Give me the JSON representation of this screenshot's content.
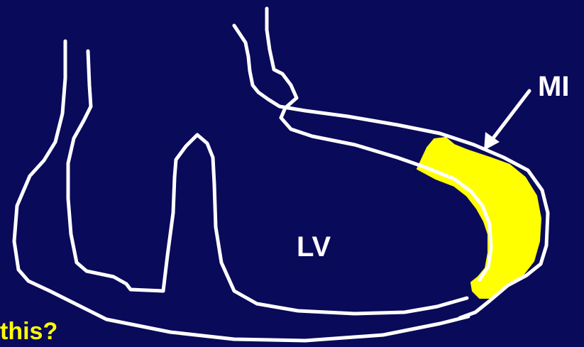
{
  "labels": {
    "left_ventricle": "LV",
    "infarct": "MI",
    "question": "this?"
  },
  "colors": {
    "background": "#0a0a5a",
    "outline": "#ffffff",
    "infarct_fill": "#ffff00",
    "question_text": "#ffff00"
  }
}
